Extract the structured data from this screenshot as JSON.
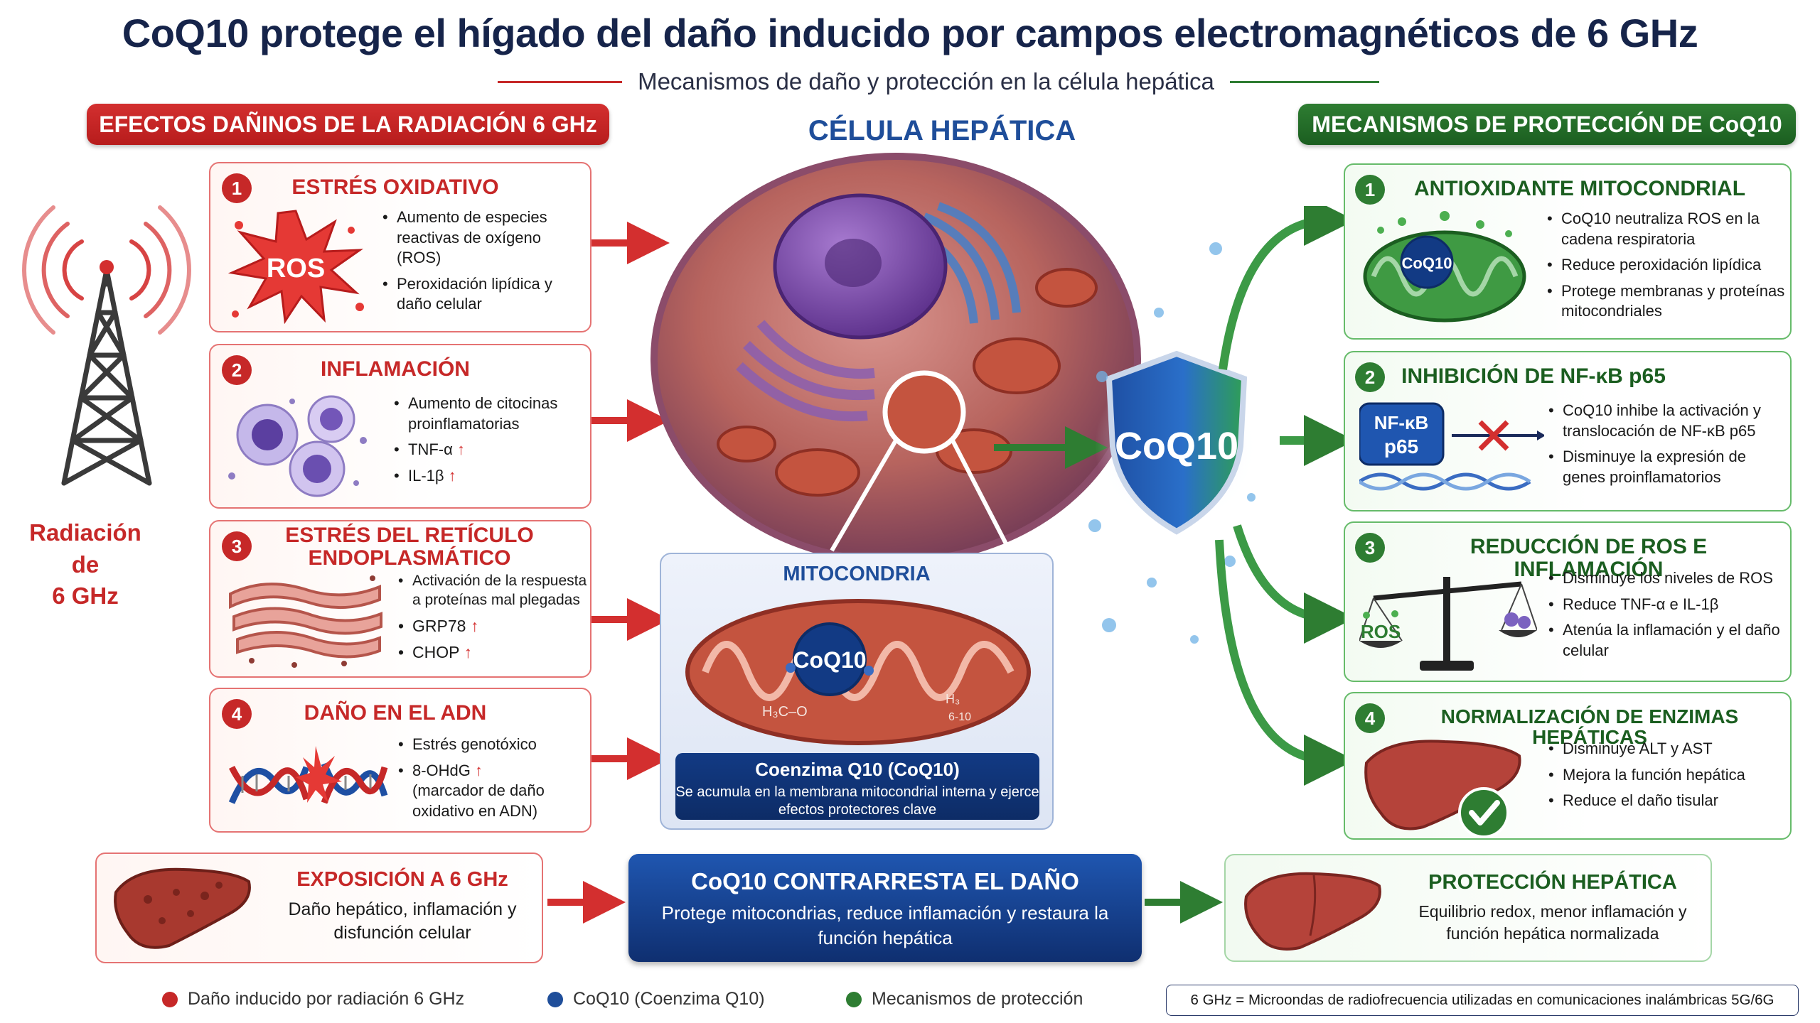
{
  "header": {
    "title": "CoQ10 protege el hígado del daño inducido por campos electromagnéticos de 6 GHz",
    "subtitle": "Mecanismos de daño y protección en la célula hepática"
  },
  "left": {
    "banner": "EFECTOS DAÑINOS DE LA RADIACIÓN 6 GHz",
    "radiation_label_line1": "Radiación de",
    "radiation_label_line2": "6 GHz",
    "cards": [
      {
        "num": "1",
        "title": "ESTRÉS OXIDATIVO",
        "icon_text": "ROS",
        "bullets": [
          "Aumento de especies reactivas de oxígeno (ROS)",
          "Peroxidación lipídica y daño celular"
        ]
      },
      {
        "num": "2",
        "title": "INFLAMACIÓN",
        "bullets": [
          "Aumento de citocinas proinflamatorias",
          "TNF-α",
          "IL-1β"
        ],
        "arrow": "↑"
      },
      {
        "num": "3",
        "title_line1": "ESTRÉS DEL RETÍCULO",
        "title_line2": "ENDOPLASMÁTICO",
        "bullets": [
          "Activación de la respuesta a proteínas mal plegadas",
          "GRP78",
          "CHOP"
        ],
        "arrow": "↑"
      },
      {
        "num": "4",
        "title": "DAÑO EN EL ADN",
        "bullets": [
          "Estrés genotóxico",
          "8-OHdG",
          "(marcador de daño oxidativo en ADN)"
        ],
        "arrow": "↑"
      }
    ]
  },
  "center": {
    "cell_title": "CÉLULA HEPÁTICA",
    "shield_label": "CoQ10",
    "mito_label": "MITOCONDRIA",
    "mito_coq10": "CoQ10",
    "mito_formula_left": "H₃C–O",
    "mito_formula_right": "H₃",
    "mito_formula_n": "6-10",
    "mito_caption_title": "Coenzima Q10 (CoQ10)",
    "mito_caption_text": "Se acumula en la membrana mitocondrial interna y ejerce efectos protectores clave"
  },
  "right": {
    "banner": "MECANISMOS DE PROTECCIÓN DE CoQ10",
    "cards": [
      {
        "num": "1",
        "title": "ANTIOXIDANTE MITOCONDRIAL",
        "icon_text": "CoQ10",
        "bullets": [
          "CoQ10 neutraliza ROS en la cadena respiratoria",
          "Reduce peroxidación lipídica",
          "Protege membranas y proteínas mitocondriales"
        ]
      },
      {
        "num": "2",
        "title": "INHIBICIÓN DE NF-κB p65",
        "icon_text_1": "NF-κB",
        "icon_text_2": "p65",
        "bullets": [
          "CoQ10 inhibe la activación y translocación de NF-κB p65",
          "Disminuye la expresión de genes proinflamatorios"
        ]
      },
      {
        "num": "3",
        "title": "REDUCCIÓN DE ROS E INFLAMACIÓN",
        "icon_text": "ROS",
        "bullets": [
          "Disminuye los niveles de ROS",
          "Reduce TNF-α e IL-1β",
          "Atenúa la inflamación y el daño celular"
        ]
      },
      {
        "num": "4",
        "title": "NORMALIZACIÓN DE ENZIMAS HEPÁTICAS",
        "bullets": [
          "Disminuye ALT y AST",
          "Mejora la función hepática",
          "Reduce el daño tisular"
        ]
      }
    ]
  },
  "bottom": {
    "exposure_title": "EXPOSICIÓN A 6 GHz",
    "exposure_text": "Daño hepático, inflamación y disfunción celular",
    "counter_title": "CoQ10 CONTRARRESTA EL DAÑO",
    "counter_text": "Protege mitocondrias, reduce inflamación y restaura la función hepática",
    "protection_title": "PROTECCIÓN HEPÁTICA",
    "protection_text": "Equilibrio redox, menor inflamación y función hepática normalizada"
  },
  "legend": {
    "items": [
      {
        "label": "Daño inducido por radiación 6 GHz",
        "color": "#c62828"
      },
      {
        "label": "CoQ10 (Coenzima Q10)",
        "color": "#1f4e9a"
      },
      {
        "label": "Mecanismos de protección",
        "color": "#2e7d32"
      }
    ],
    "note": "6 GHz = Microondas de radiofrecuencia utilizadas en comunicaciones inalámbricas 5G/6G"
  },
  "colors": {
    "damage": "#c62828",
    "coq10": "#1f4e9a",
    "protection": "#2e7d32"
  }
}
